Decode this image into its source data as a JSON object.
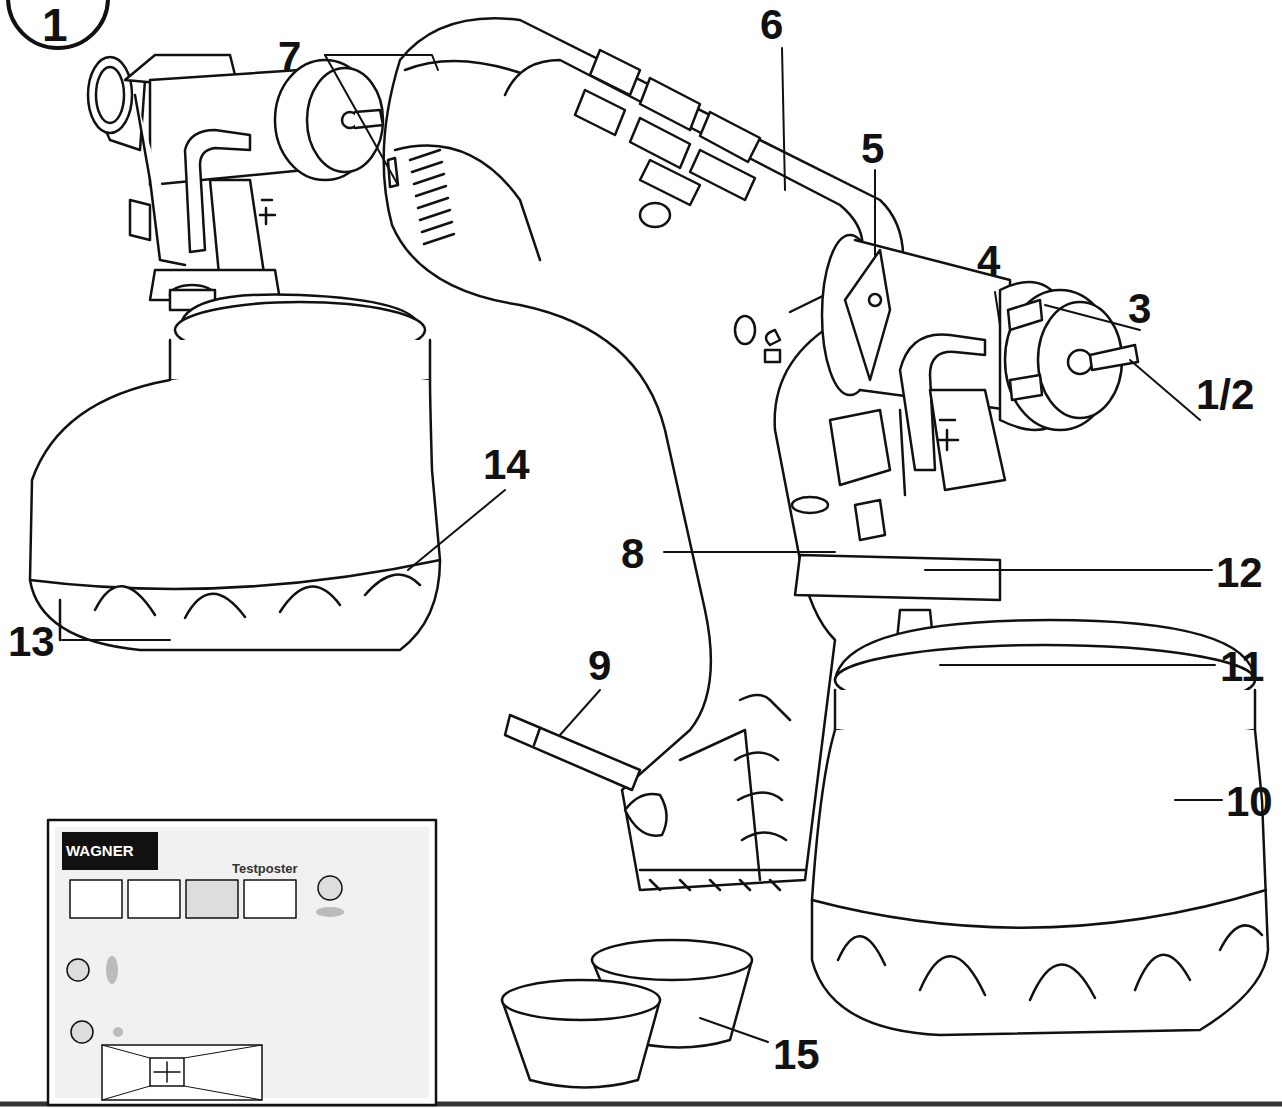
{
  "diagram": {
    "labels": [
      "1",
      "7",
      "6",
      "5",
      "4",
      "3",
      "1/2",
      "8",
      "12",
      "11",
      "9",
      "10",
      "13",
      "14",
      "15",
      "WAGNER",
      "Testposter"
    ]
  }
}
